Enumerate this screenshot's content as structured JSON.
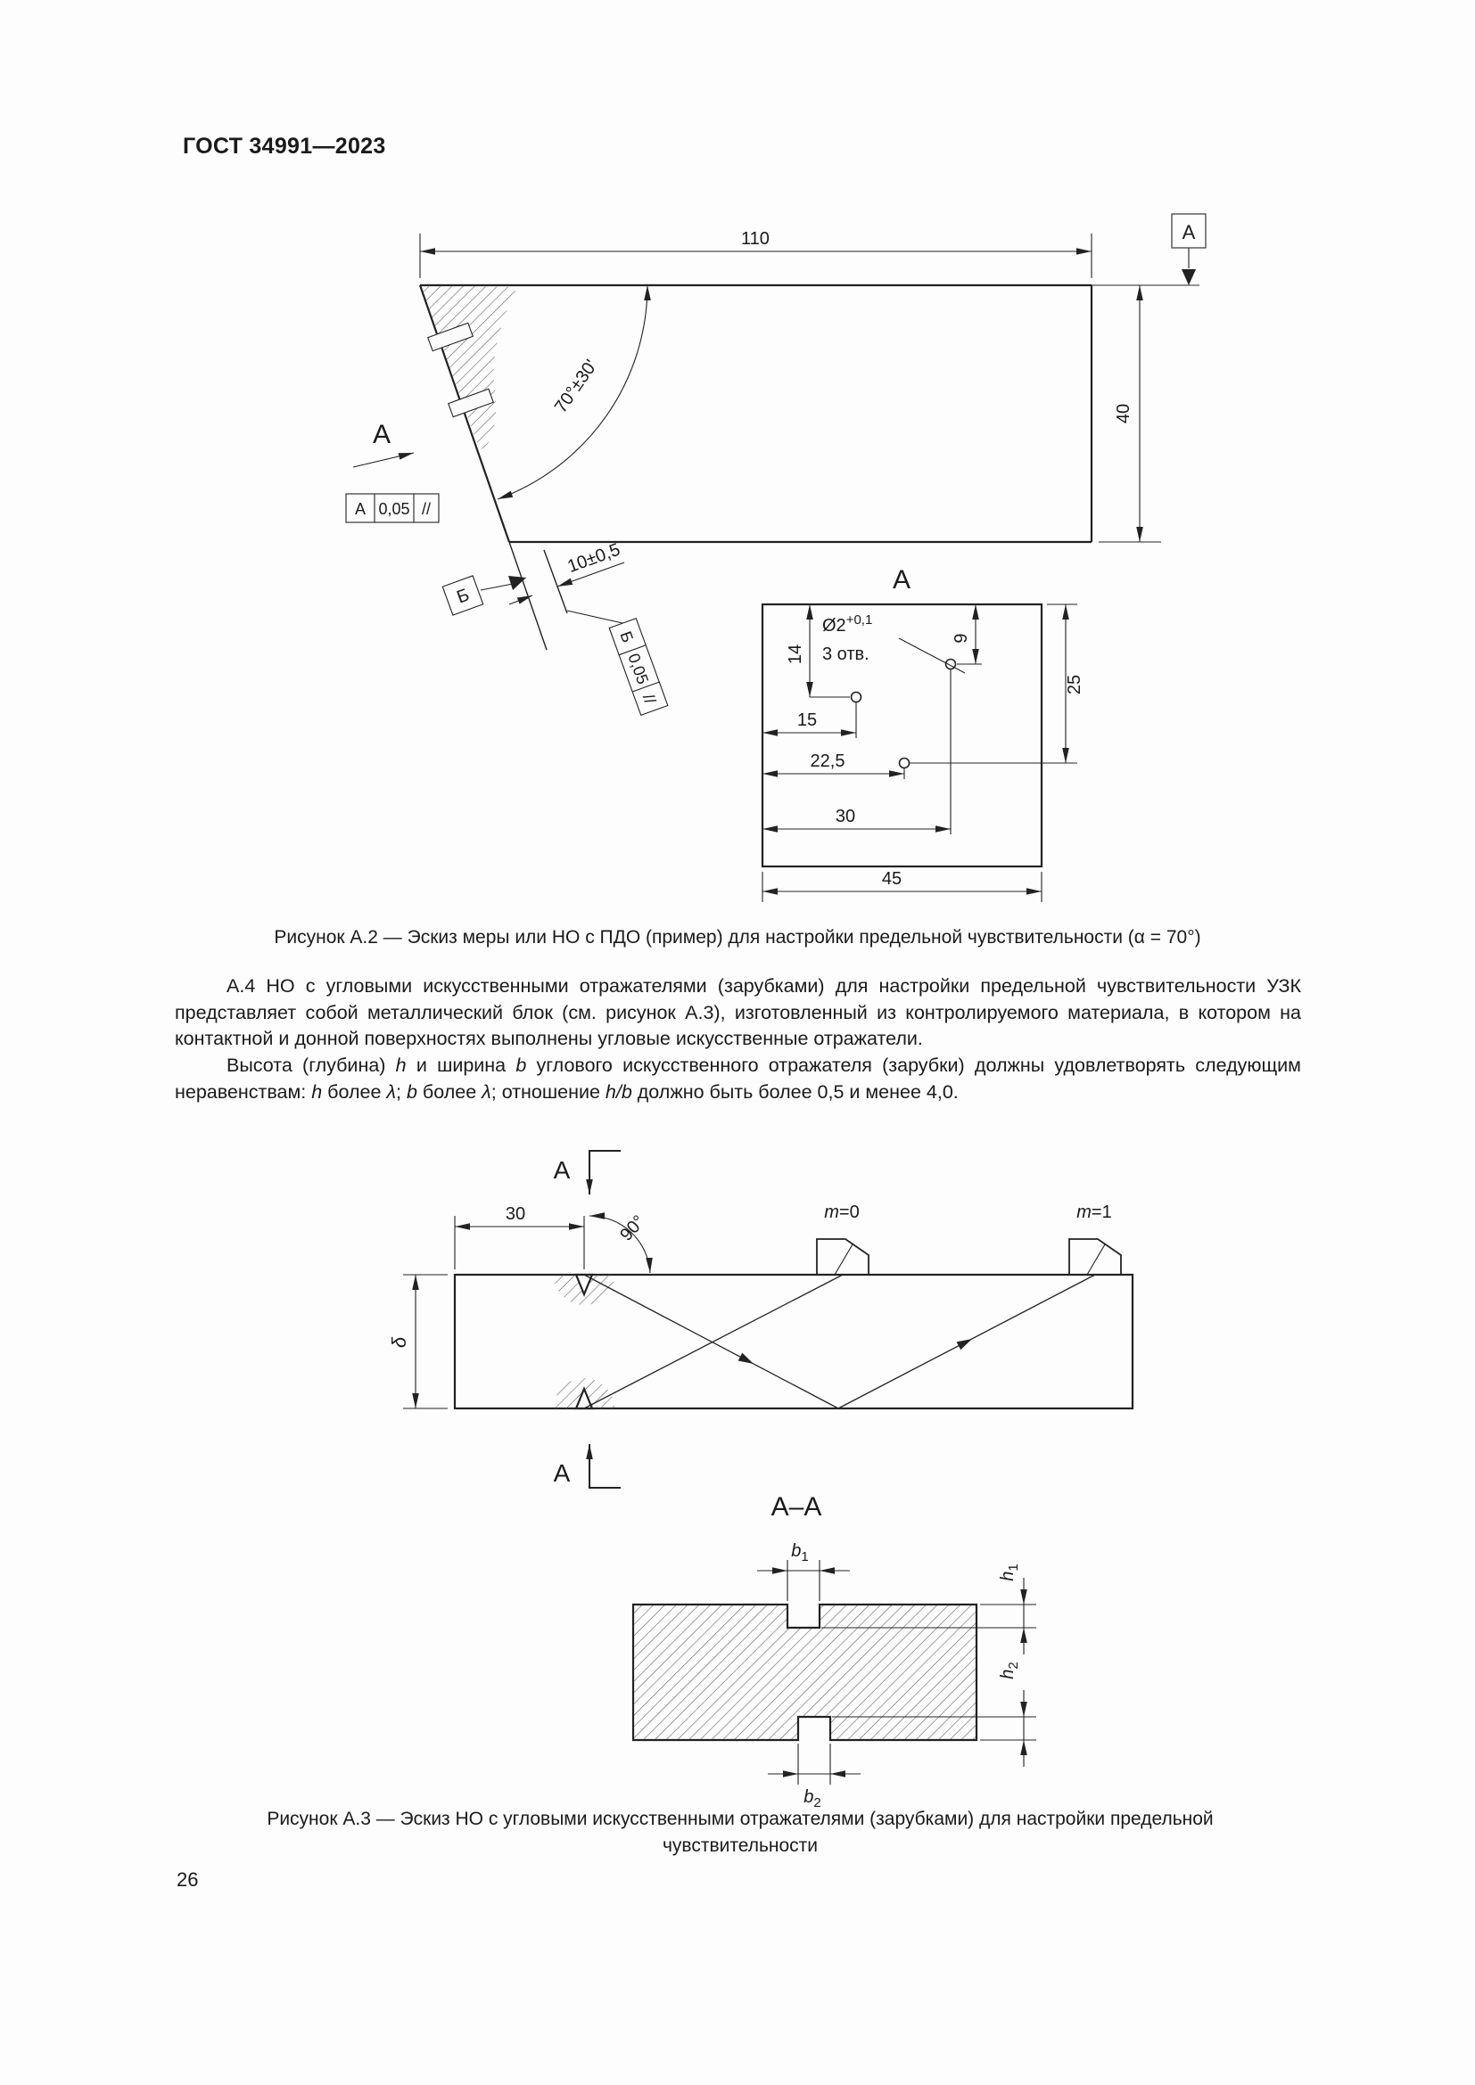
{
  "page": {
    "header": "ГОСТ 34991—2023",
    "number": "26"
  },
  "figure_a2": {
    "caption": "Рисунок А.2 — Эскиз меры или НО с ПДО (пример) для настройки предельной чувствительности (α = 70°)",
    "view_arrow_label": "А",
    "datum_a_label": "А",
    "datum_b_label": "Б",
    "dim_110": "110",
    "dim_40": "40",
    "dim_angle": "70°±30'",
    "dim_10": "10±0,5",
    "tol_frame_a": {
      "datum": "А",
      "value": "0,05",
      "symbol": "//"
    },
    "tol_frame_b": {
      "datum": "Б",
      "value": "0,05",
      "symbol": "//"
    },
    "view_a": {
      "title": "А",
      "dia_base": "Ø2",
      "dia_tol": "+0,1",
      "holes_note": "3 отв.",
      "dim_14": "14",
      "dim_9": "9",
      "dim_25": "25",
      "dim_15": "15",
      "dim_22_5": "22,5",
      "dim_30": "30",
      "dim_45": "45"
    }
  },
  "paragraphs": {
    "a4": [
      {
        "t": "А.4 НО с угловыми искусственными отражателями (зарубками) для настройки предельной чувствительности УЗК представляет собой металлический блок (см. рисунок А.3), изготовленный из контролируемого материала, в котором на контактной и донной поверхностях выполнены угловые искусственные отражатели."
      }
    ],
    "heights": [
      {
        "t": "Высота (глубина) "
      },
      {
        "t": "h",
        "i": 1
      },
      {
        "t": " и ширина "
      },
      {
        "t": "b",
        "i": 1
      },
      {
        "t": " углового искусственного отражателя (зарубки) должны удовлетворять следующим неравенствам: "
      },
      {
        "t": "h",
        "i": 1
      },
      {
        "t": " более "
      },
      {
        "t": "λ",
        "i": 1
      },
      {
        "t": "; "
      },
      {
        "t": "b",
        "i": 1
      },
      {
        "t": " более "
      },
      {
        "t": "λ",
        "i": 1
      },
      {
        "t": "; отношение "
      },
      {
        "t": "h/b",
        "i": 1
      },
      {
        "t": " должно быть более 0,5 и менее 4,0."
      }
    ]
  },
  "figure_a3": {
    "caption": "Рисунок А.3 — Эскиз НО с угловыми искусственными отражателями (зарубками) для настройки предельной чувствительности",
    "section_letter_top": "А",
    "section_letter_bottom": "А",
    "section_title": "А–А",
    "dim_30": "30",
    "dim_90": "90°",
    "m0_sym": "m",
    "m0_val": "=0",
    "m1_sym": "m",
    "m1_val": "=1",
    "delta": "δ",
    "b1_sym": "b",
    "b1_sub": "1",
    "b2_sym": "b",
    "b2_sub": "2",
    "h1_sym": "h",
    "h1_sub": "1",
    "h2_sym": "h",
    "h2_sub": "2"
  }
}
